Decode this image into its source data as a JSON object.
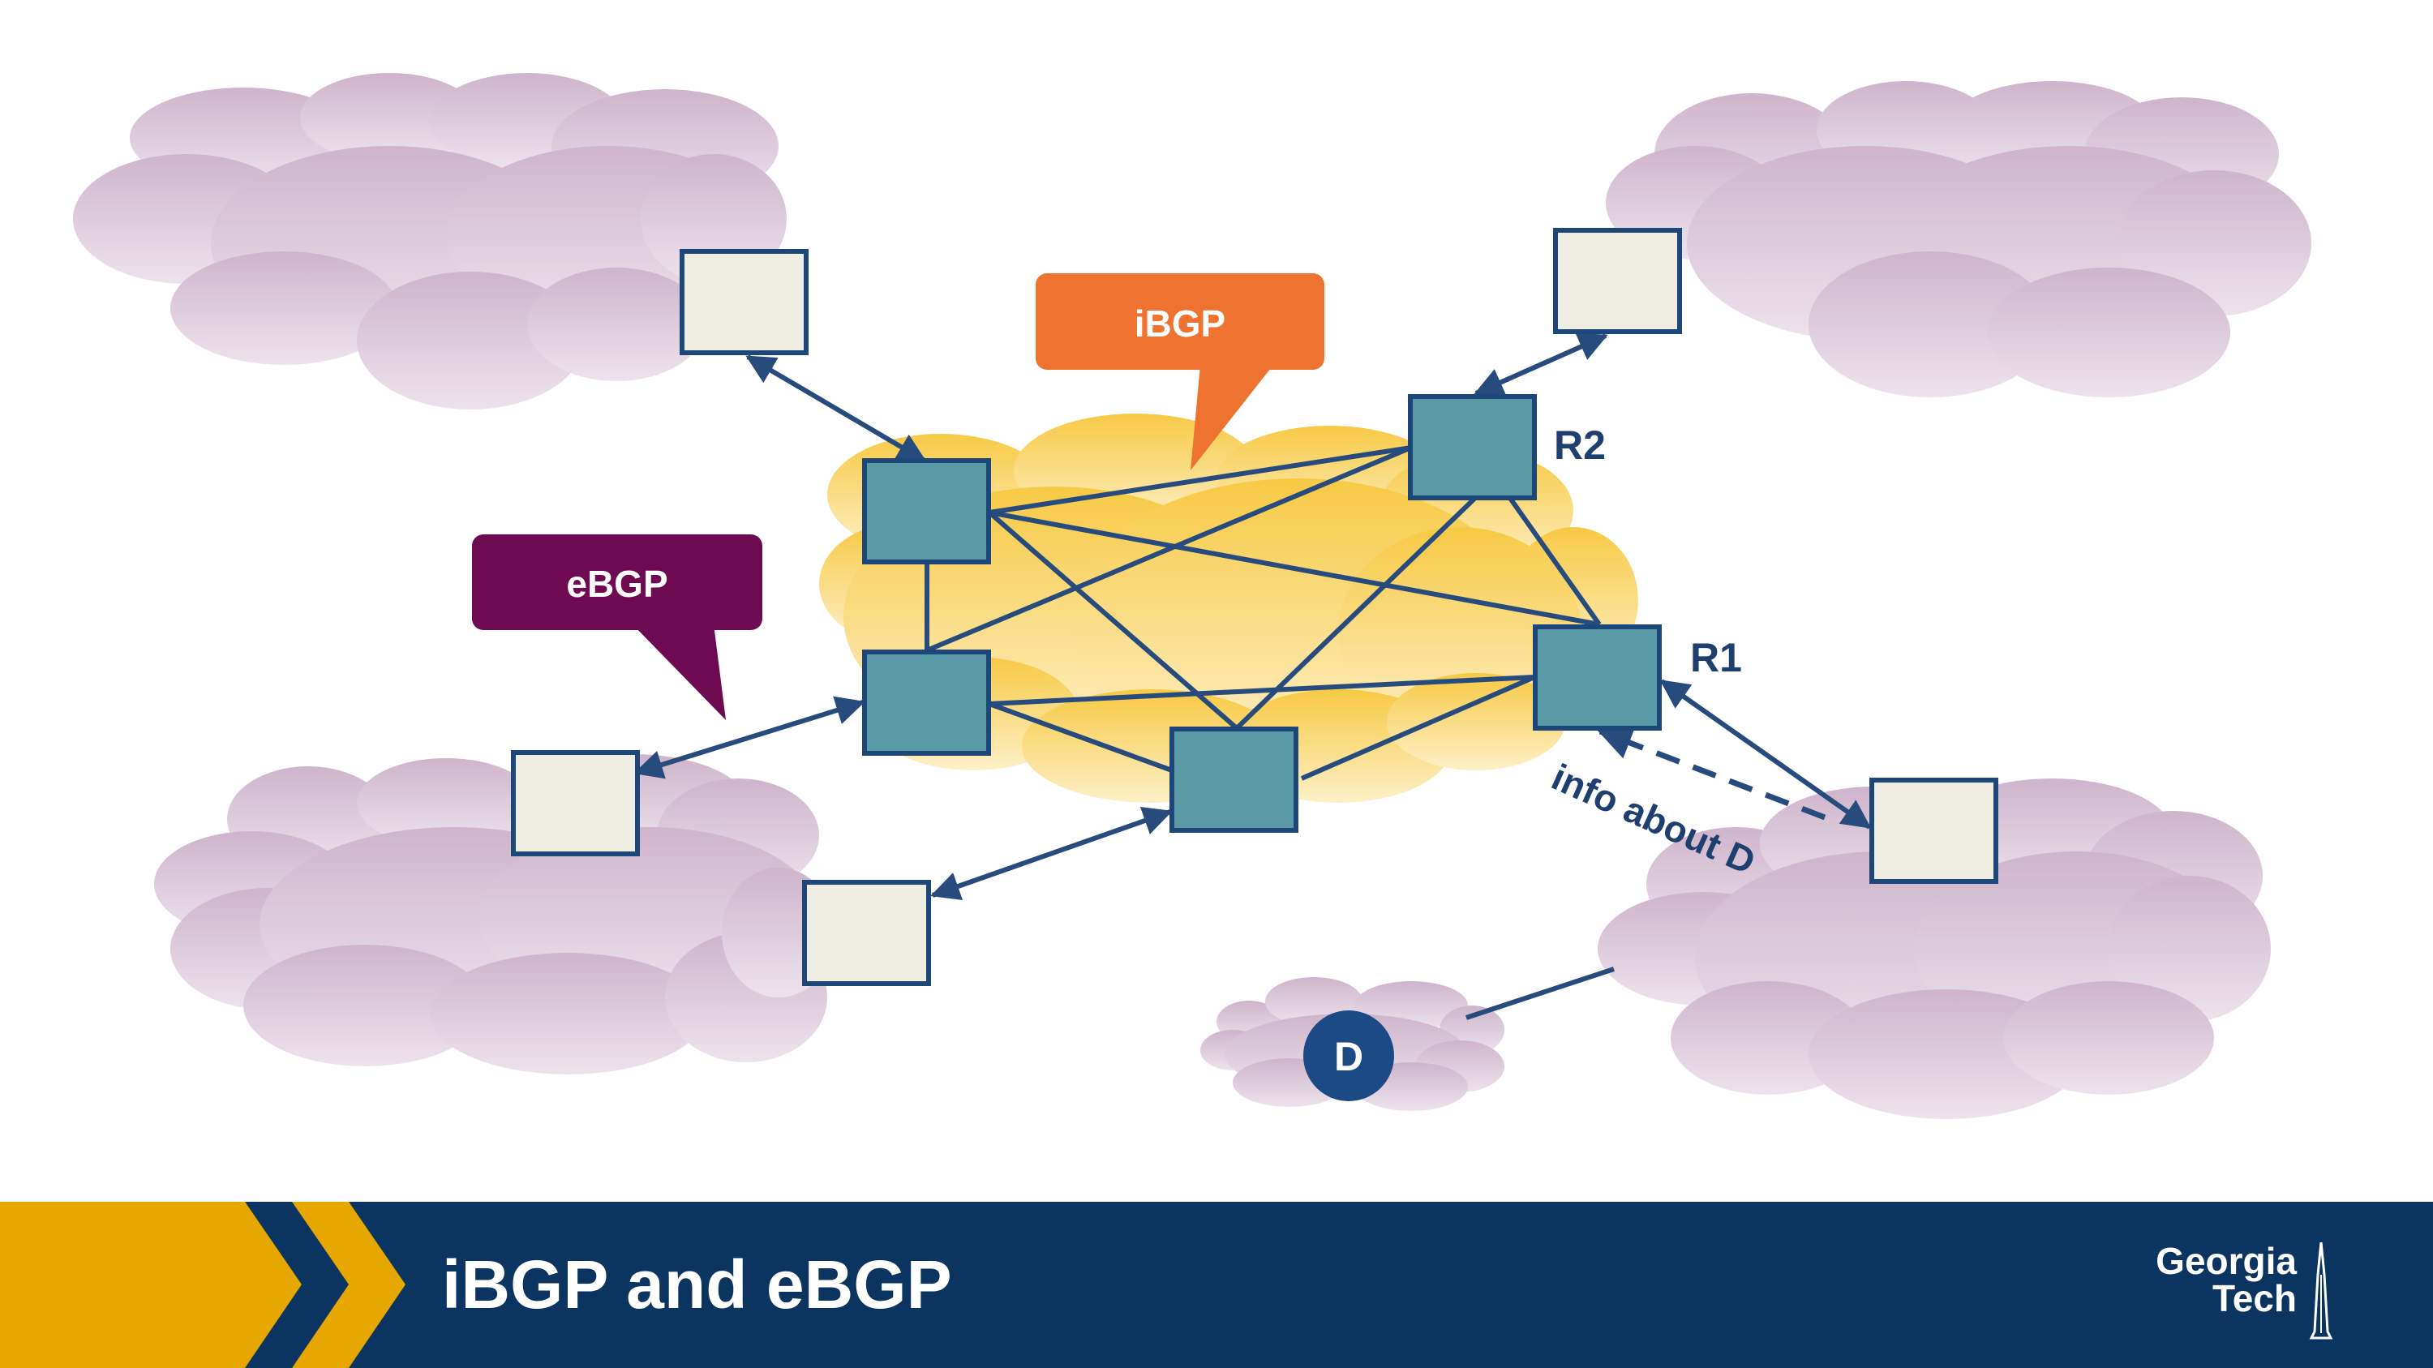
{
  "slide": {
    "title": "iBGP and eBGP"
  },
  "labels": {
    "ibgp_callout": "iBGP",
    "ebgp_callout": "eBGP",
    "r1": "R1",
    "r2": "R2",
    "dest": "D",
    "info": "info about D"
  },
  "logo": {
    "line1": "Georgia",
    "line2": "Tech"
  },
  "colors": {
    "router_fill": "#5a9aa6",
    "router_stroke": "#1d4679",
    "border_router_fill": "#efece2",
    "link": "#274b7c",
    "ibgp_callout": "#ee7230",
    "ebgp_callout": "#6e0a52",
    "footer_navy": "#0b3460",
    "footer_gold": "#e6a800",
    "as_cloud": "#dccbd9",
    "core_cloud": "#f8d062"
  }
}
